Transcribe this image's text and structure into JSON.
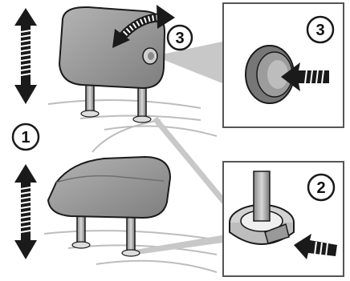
{
  "callouts": {
    "adjust": "1",
    "release": "2",
    "tilt": "3"
  },
  "colors": {
    "headrest_fill": "#9a9a9a",
    "headrest_dark": "#6f6f6f",
    "line": "#1a1a1a",
    "panel_border": "#555555",
    "guide": "#bdbdbd"
  },
  "icons": [
    "up-down-arrow-icon",
    "curved-tilt-arrow-icon",
    "push-arrow-icon"
  ]
}
